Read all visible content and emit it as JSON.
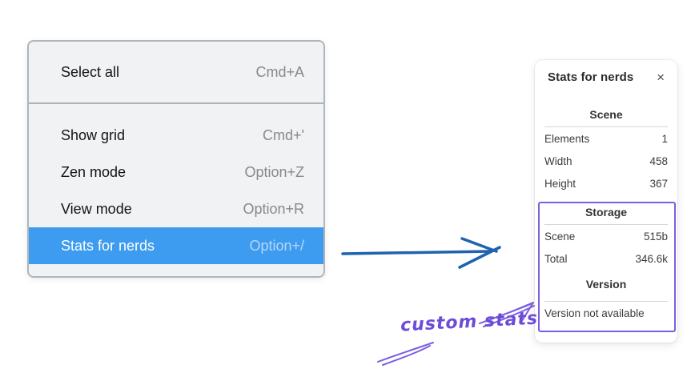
{
  "menu": {
    "items": [
      {
        "label": "Select all",
        "shortcut": "Cmd+A"
      },
      {
        "label": "Show grid",
        "shortcut": "Cmd+'"
      },
      {
        "label": "Zen mode",
        "shortcut": "Option+Z"
      },
      {
        "label": "View mode",
        "shortcut": "Option+R"
      },
      {
        "label": "Stats for nerds",
        "shortcut": "Option+/"
      }
    ],
    "highlighted_item": "Stats for nerds"
  },
  "stats_panel": {
    "title": "Stats for nerds",
    "close_icon": "×",
    "sections": [
      {
        "heading": "Scene",
        "rows": [
          {
            "label": "Elements",
            "value": "1"
          },
          {
            "label": "Width",
            "value": "458"
          },
          {
            "label": "Height",
            "value": "367"
          }
        ]
      },
      {
        "heading": "Storage",
        "rows": [
          {
            "label": "Scene",
            "value": "515b"
          },
          {
            "label": "Total",
            "value": "346.6k"
          }
        ]
      },
      {
        "heading": "Version",
        "note": "Version not available"
      }
    ]
  },
  "annotation": {
    "label": "custom stats"
  },
  "colors": {
    "menu_highlight": "#3d9cf0",
    "menu_background": "#f1f2f4",
    "flow_arrow_blue": "#1e63ae",
    "annotation_purple": "#7c5ee0"
  }
}
